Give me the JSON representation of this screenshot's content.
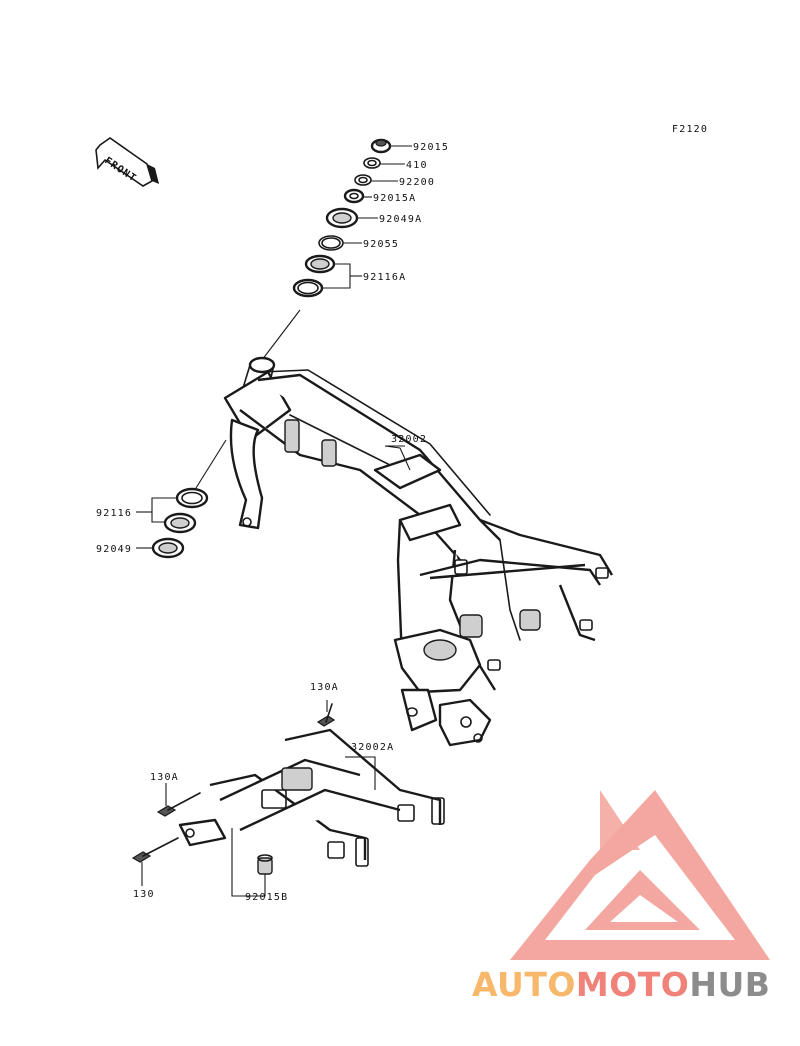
{
  "diagram": {
    "ref_code": "F2120",
    "front_label": "FRONT",
    "labels": {
      "p92015": "92015",
      "p410": "410",
      "p92200": "92200",
      "p92015A": "92015A",
      "p92049A": "92049A",
      "p92055": "92055",
      "p92116A": "92116A",
      "p32002": "32002",
      "p92116": "92116",
      "p92049": "92049",
      "p130A_top": "130A",
      "p32002A": "32002A",
      "p130A_left": "130A",
      "p130": "130",
      "p92015B": "92015B"
    }
  },
  "watermark": {
    "part1": "AUTO",
    "part2": "MOTO",
    "part3": "HUB",
    "colors": {
      "orange": "#f7b86b",
      "pink": "#f0827a",
      "gray": "#8c8c8c",
      "logo": "#f3a39b"
    }
  }
}
